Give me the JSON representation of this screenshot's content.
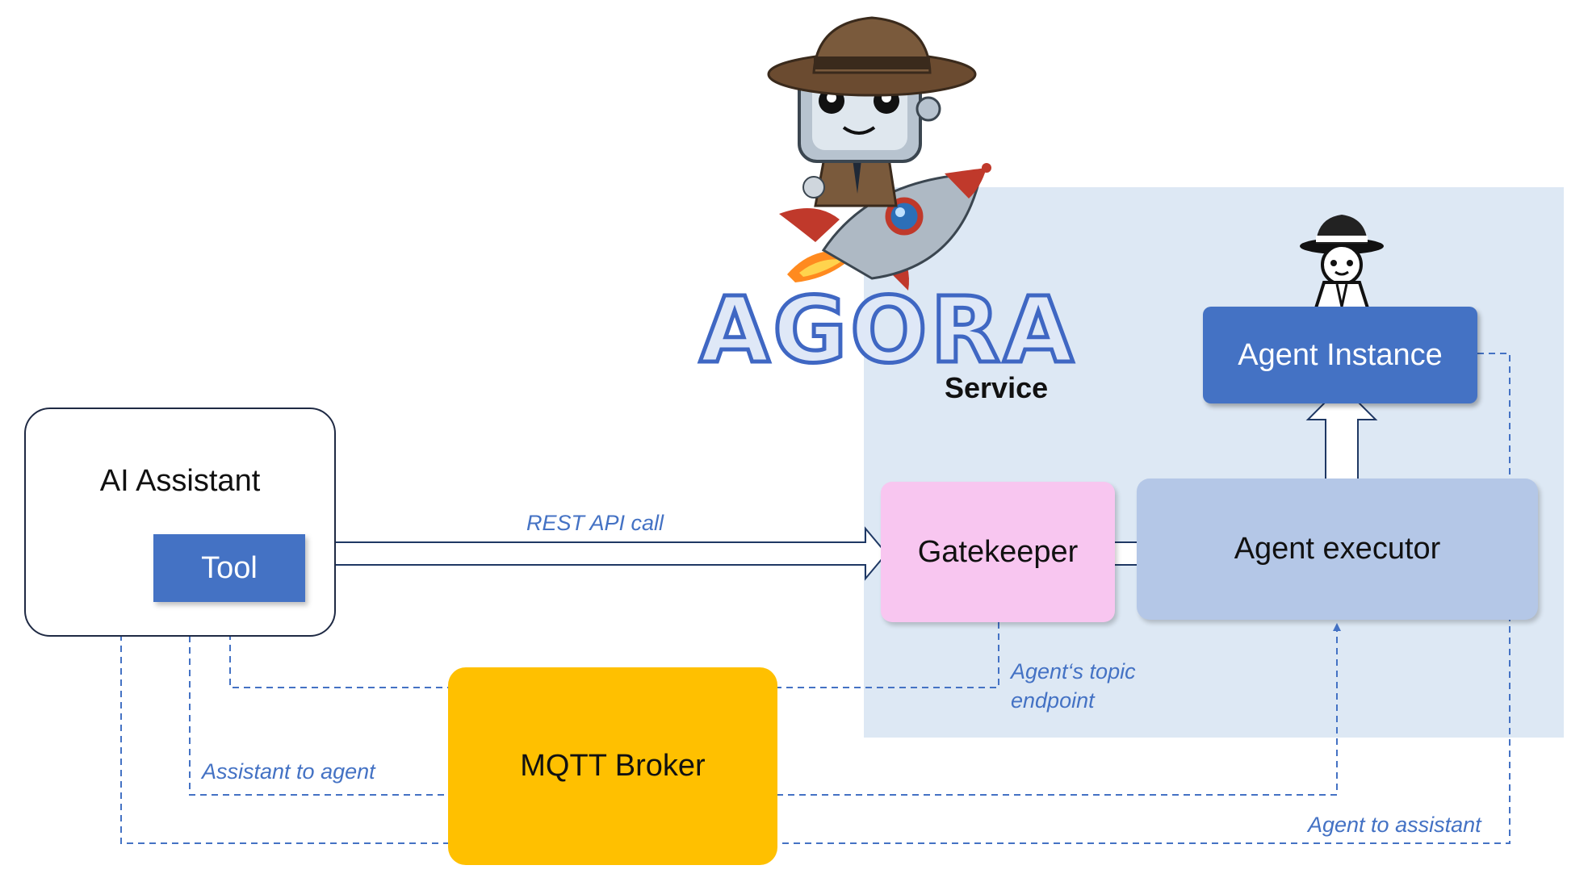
{
  "service": {
    "label": "Service"
  },
  "logo": {
    "text": "AGORA"
  },
  "assistant": {
    "title": "AI Assistant",
    "tool_label": "Tool"
  },
  "gatekeeper": {
    "label": "Gatekeeper"
  },
  "executor": {
    "label": "Agent executor"
  },
  "instance": {
    "label": "Agent Instance"
  },
  "broker": {
    "label": "MQTT Broker"
  },
  "connections": {
    "rest_api_call": "REST API call",
    "agents_topic_line1": "Agent‘s topic",
    "agents_topic_line2": "endpoint",
    "assistant_to_agent": "Assistant to agent",
    "agent_to_assistant": "Agent to assistant"
  },
  "colors": {
    "tool_blue": "#4472c4",
    "gatekeeper_pink": "#f8c6f0",
    "executor_blue": "#b4c7e7",
    "broker_yellow": "#ffc000",
    "service_bg": "#dde8f4"
  }
}
